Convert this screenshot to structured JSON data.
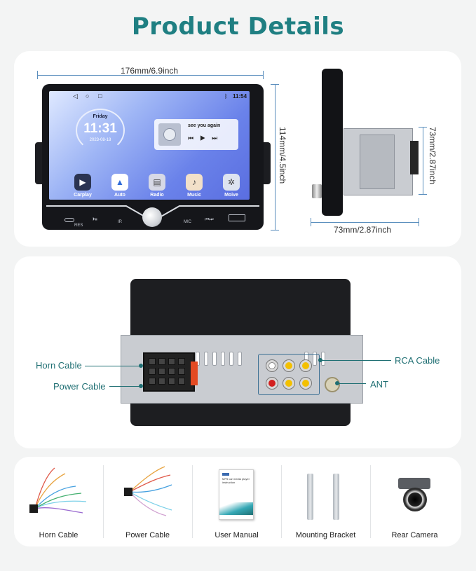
{
  "title": "Product Details",
  "dimensions": {
    "width": "176mm/6.9inch",
    "height": "114mm/4.5inch",
    "depth": "73mm/2.87inch",
    "side_height": "73mm/2.87inch"
  },
  "screen": {
    "time_status": "11:54",
    "clock_day": "Friday",
    "clock_time": "11:31",
    "clock_date": "2023-08-18",
    "song": "see you again",
    "apps": [
      {
        "label": "Carplay",
        "icon": "carplay-icon",
        "bg": "#2b3452"
      },
      {
        "label": "Auto",
        "icon": "android-auto-icon",
        "bg": "#ffffff"
      },
      {
        "label": "Radio",
        "icon": "radio-icon",
        "bg": "#d7d9e6"
      },
      {
        "label": "Music",
        "icon": "music-note-icon",
        "bg": "#f2e0c9"
      },
      {
        "label": "Moive",
        "icon": "film-reel-icon",
        "bg": "#dde3f0"
      }
    ],
    "buttons": {
      "res": "RES",
      "ir": "IR",
      "mic": "MIC"
    }
  },
  "callouts": {
    "horn": "Horn Cable",
    "power": "Power Cable",
    "rca": "RCA Cable",
    "ant": "ANT"
  },
  "accessories": [
    {
      "label": "Horn Cable",
      "icon": "wire-harness-icon"
    },
    {
      "label": "Power Cable",
      "icon": "wire-harness-icon"
    },
    {
      "label": "User Manual",
      "icon": "manual-booklet-icon"
    },
    {
      "label": "Mounting Bracket",
      "icon": "bracket-icon"
    },
    {
      "label": "Rear Camera",
      "icon": "camera-icon"
    }
  ],
  "manual_cover": "MP5 car media player instruction",
  "colors": {
    "accent": "#1f7f82",
    "dimension_line": "#5a8ebd"
  }
}
